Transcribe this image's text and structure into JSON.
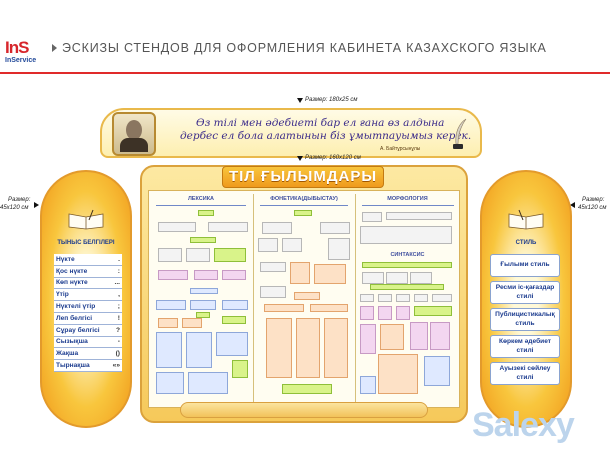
{
  "header": {
    "logo_top": "InS",
    "logo_bottom": "InService",
    "title": "ЭСКИЗЫ  СТЕНДОВ  ДЛЯ  ОФОРМЛЕНИЯ  КАБИНЕТА КАЗАХСКОГО ЯЗЫКА"
  },
  "banner": {
    "size_label": "Размер: 180х25 см",
    "quote_line1": "Өз тілі мен әдебиеті бар ел ғана өз алдына",
    "quote_line2": "дербес ел бола алатынын біз ұмытпауымыз керек.",
    "author": "А. Байтұрсынұлы"
  },
  "board": {
    "size_label": "Размер: 160х120 см",
    "title": "ТІЛ ҒЫЛЫМДАРЫ",
    "columns": [
      "ЛЕКСИКА",
      "ФОНЕТИКА(ДЫБЫСТАУ)",
      "МОРФОЛОГИЯ"
    ],
    "subheading": "СИНТАКСИС"
  },
  "left_panel": {
    "size_label_line1": "Размер:",
    "size_label_line2": "45х120 см",
    "title": "ТЫНЫС БЕЛГІЛЕРІ",
    "items": [
      {
        "label": "Нүкте",
        "symbol": "."
      },
      {
        "label": "Қос нүкте",
        "symbol": ":"
      },
      {
        "label": "Көп нүкте",
        "symbol": "..."
      },
      {
        "label": "Үтір",
        "symbol": ","
      },
      {
        "label": "Нүктелі үтір",
        "symbol": ";"
      },
      {
        "label": "Леп белгісі",
        "symbol": "!"
      },
      {
        "label": "Сұрау белгісі",
        "symbol": "?"
      },
      {
        "label": "Сызықша",
        "symbol": "-"
      },
      {
        "label": "Жақша",
        "symbol": "()"
      },
      {
        "label": "Тырнақша",
        "symbol": "«»"
      }
    ]
  },
  "right_panel": {
    "size_label_line1": "Размер:",
    "size_label_line2": "45х120 см",
    "title": "СТИЛЬ",
    "items": [
      "Ғылыми стиль",
      "Ресми іс-қағаздар стилі",
      "Публицистикалық стиль",
      "Көркем әдебиет стилі",
      "Ауызекі сөйлеу стилі"
    ]
  },
  "watermark": "Salexy"
}
